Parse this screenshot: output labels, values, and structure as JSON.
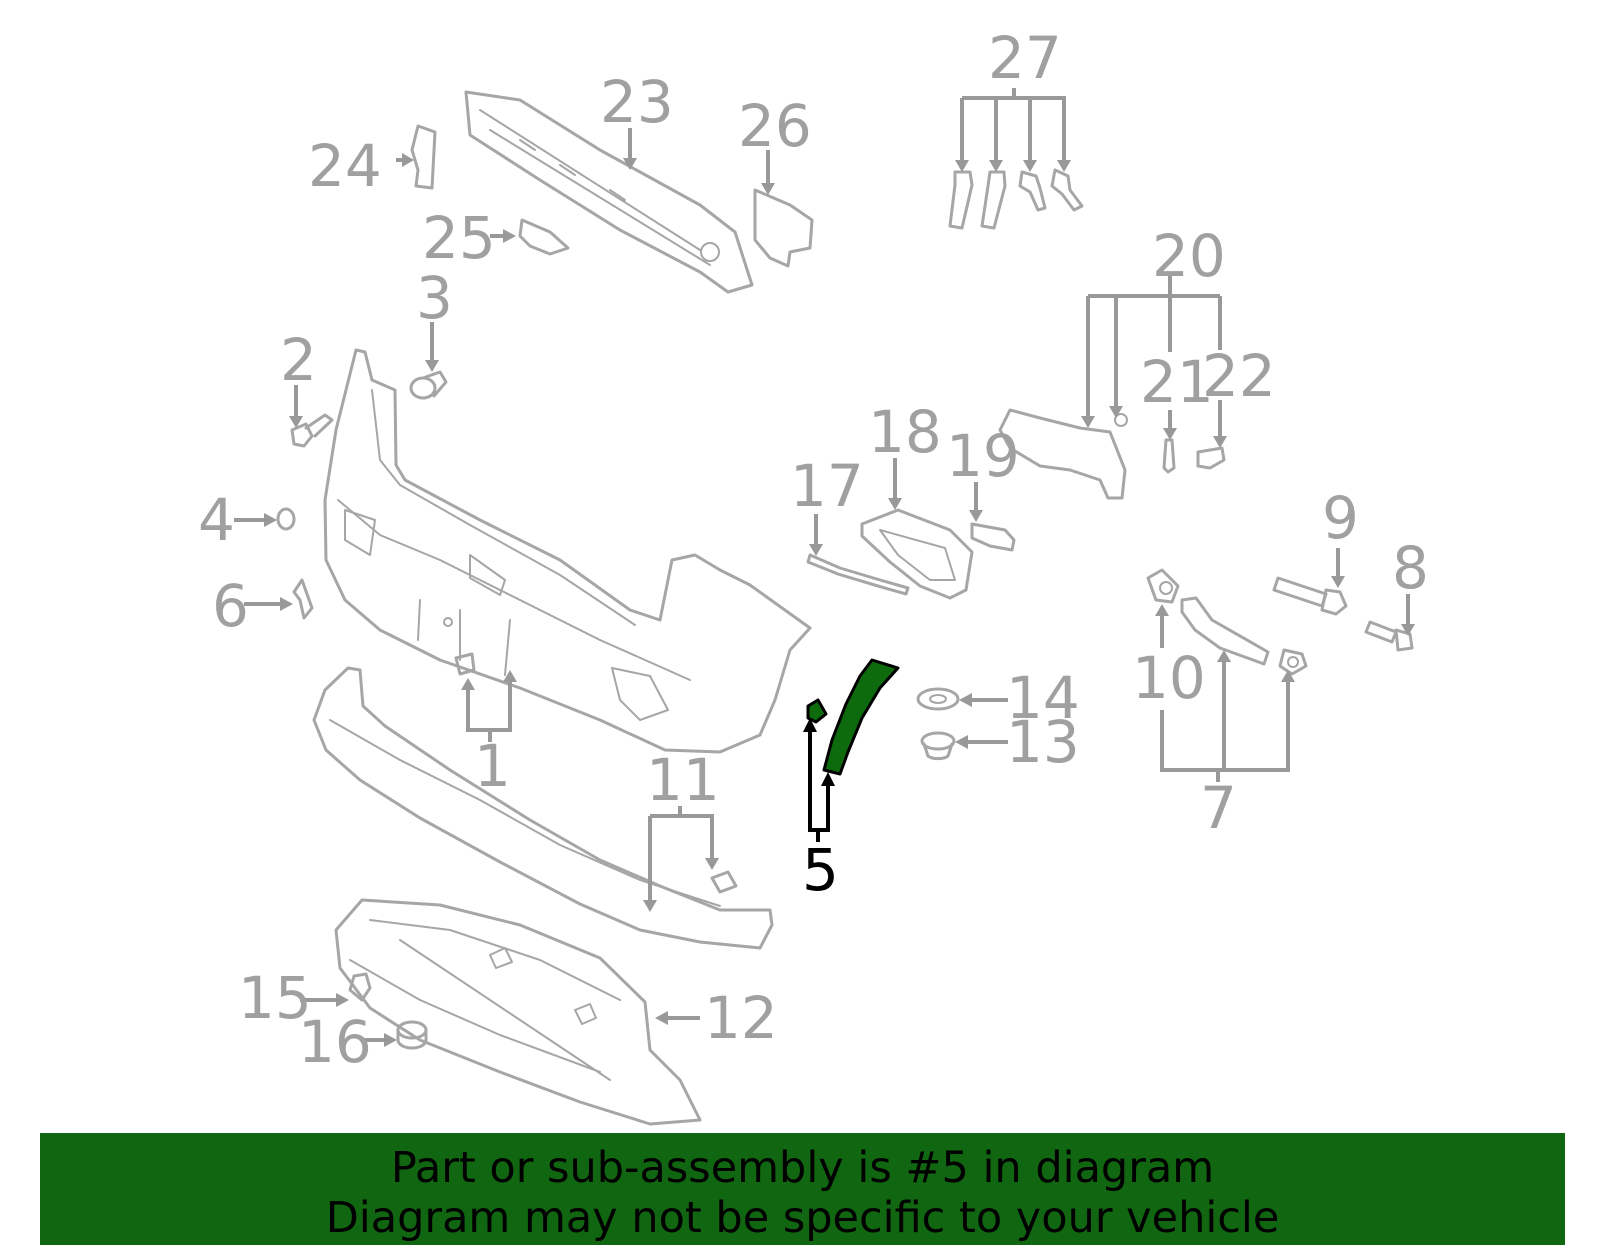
{
  "callouts": {
    "c1": "1",
    "c2": "2",
    "c3": "3",
    "c4": "4",
    "c5": "5",
    "c6": "6",
    "c7": "7",
    "c8": "8",
    "c9": "9",
    "c10": "10",
    "c11": "11",
    "c12": "12",
    "c13": "13",
    "c14": "14",
    "c15": "15",
    "c16": "16",
    "c17": "17",
    "c18": "18",
    "c19": "19",
    "c20": "20",
    "c21": "21",
    "c22": "22",
    "c23": "23",
    "c24": "24",
    "c25": "25",
    "c26": "26",
    "c27": "27"
  },
  "highlighted_part": "5",
  "colors": {
    "highlight": "#0d6b0d",
    "banner": "#116611",
    "parts": "#a6a6a6"
  },
  "banner": {
    "line1": "Part or sub-assembly is #5 in diagram",
    "line2": "Diagram may not be specific to your vehicle"
  }
}
